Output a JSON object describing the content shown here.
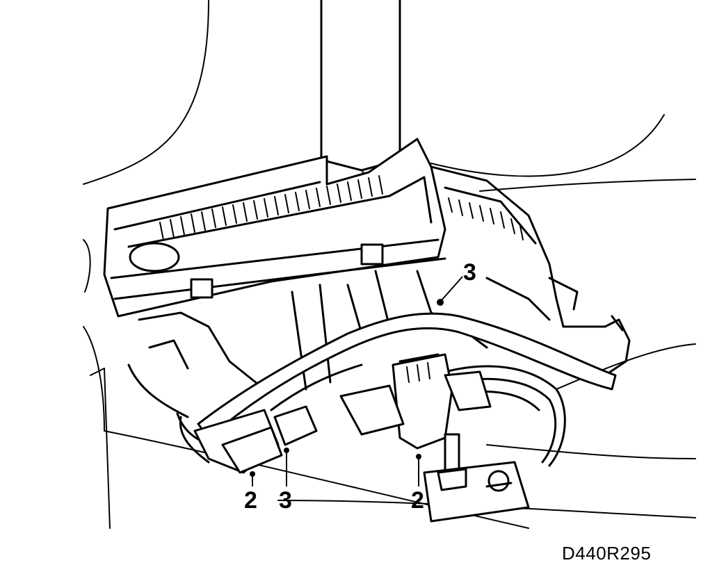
{
  "figure": {
    "reference_code": "D440R295",
    "callouts": [
      {
        "id": "c2-left",
        "label": "2"
      },
      {
        "id": "c3-left",
        "label": "3"
      },
      {
        "id": "c2-right",
        "label": "2"
      },
      {
        "id": "c3-top",
        "label": "3"
      }
    ]
  }
}
